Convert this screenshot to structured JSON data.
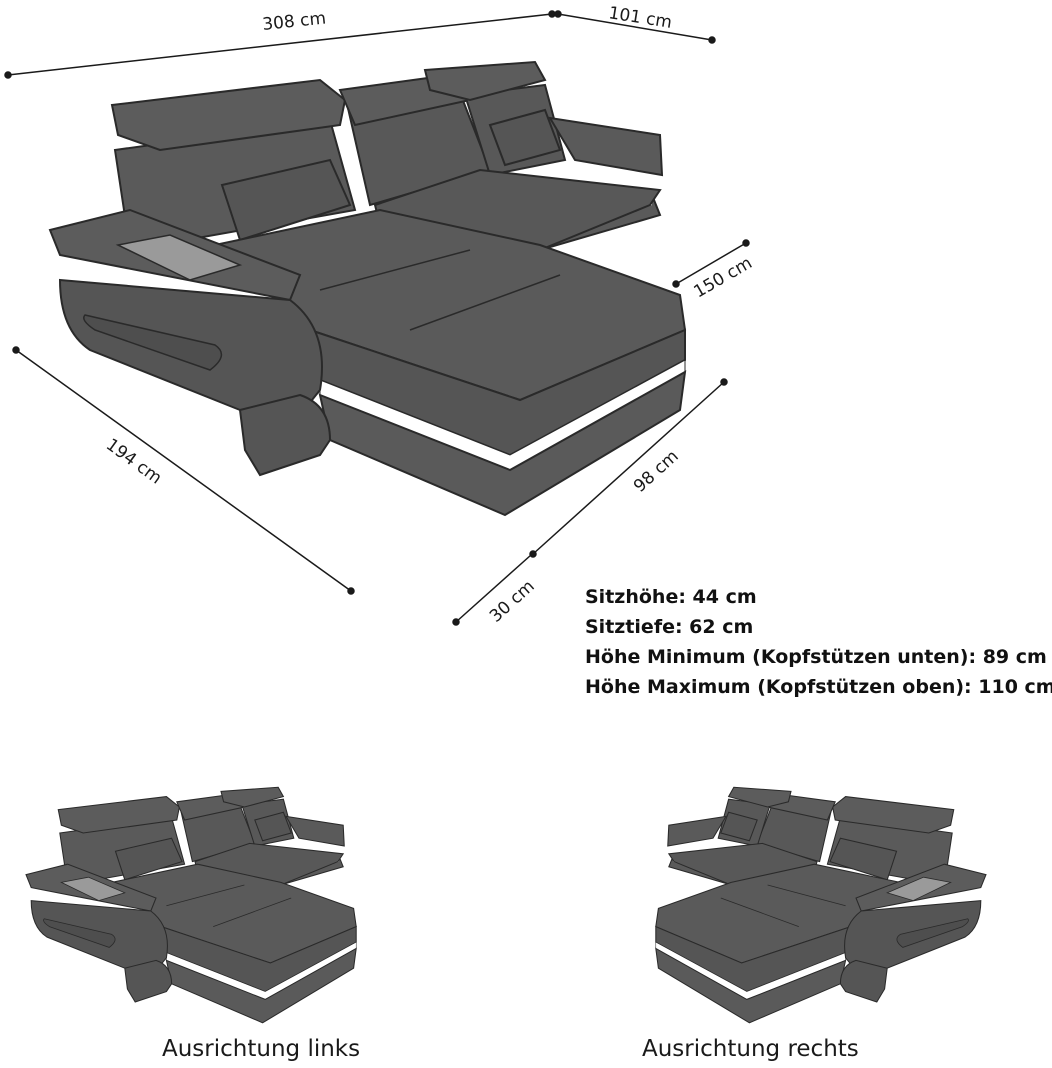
{
  "dimensions": {
    "top_width": "308 cm",
    "top_right_width": "101 cm",
    "chaise_width": "150 cm",
    "left_depth": "194 cm",
    "chaise_depth": "98 cm",
    "chaise_extension": "30 cm"
  },
  "specs": {
    "seat_height": "Sitzhöhe: 44 cm",
    "seat_depth": "Sitztiefe: 62 cm",
    "height_min": "Höhe Minimum (Kopfstützen unten): 89 cm",
    "height_max": "Höhe Maximum (Kopfstützen oben): 110 cm"
  },
  "captions": {
    "left": "Ausrichtung links",
    "right": "Ausrichtung rechts"
  },
  "colors": {
    "upholstery": "#5a5a5a",
    "outline": "#2a2a2a",
    "led": "#ffffff",
    "armrest_panel": "#9a9a9a"
  }
}
